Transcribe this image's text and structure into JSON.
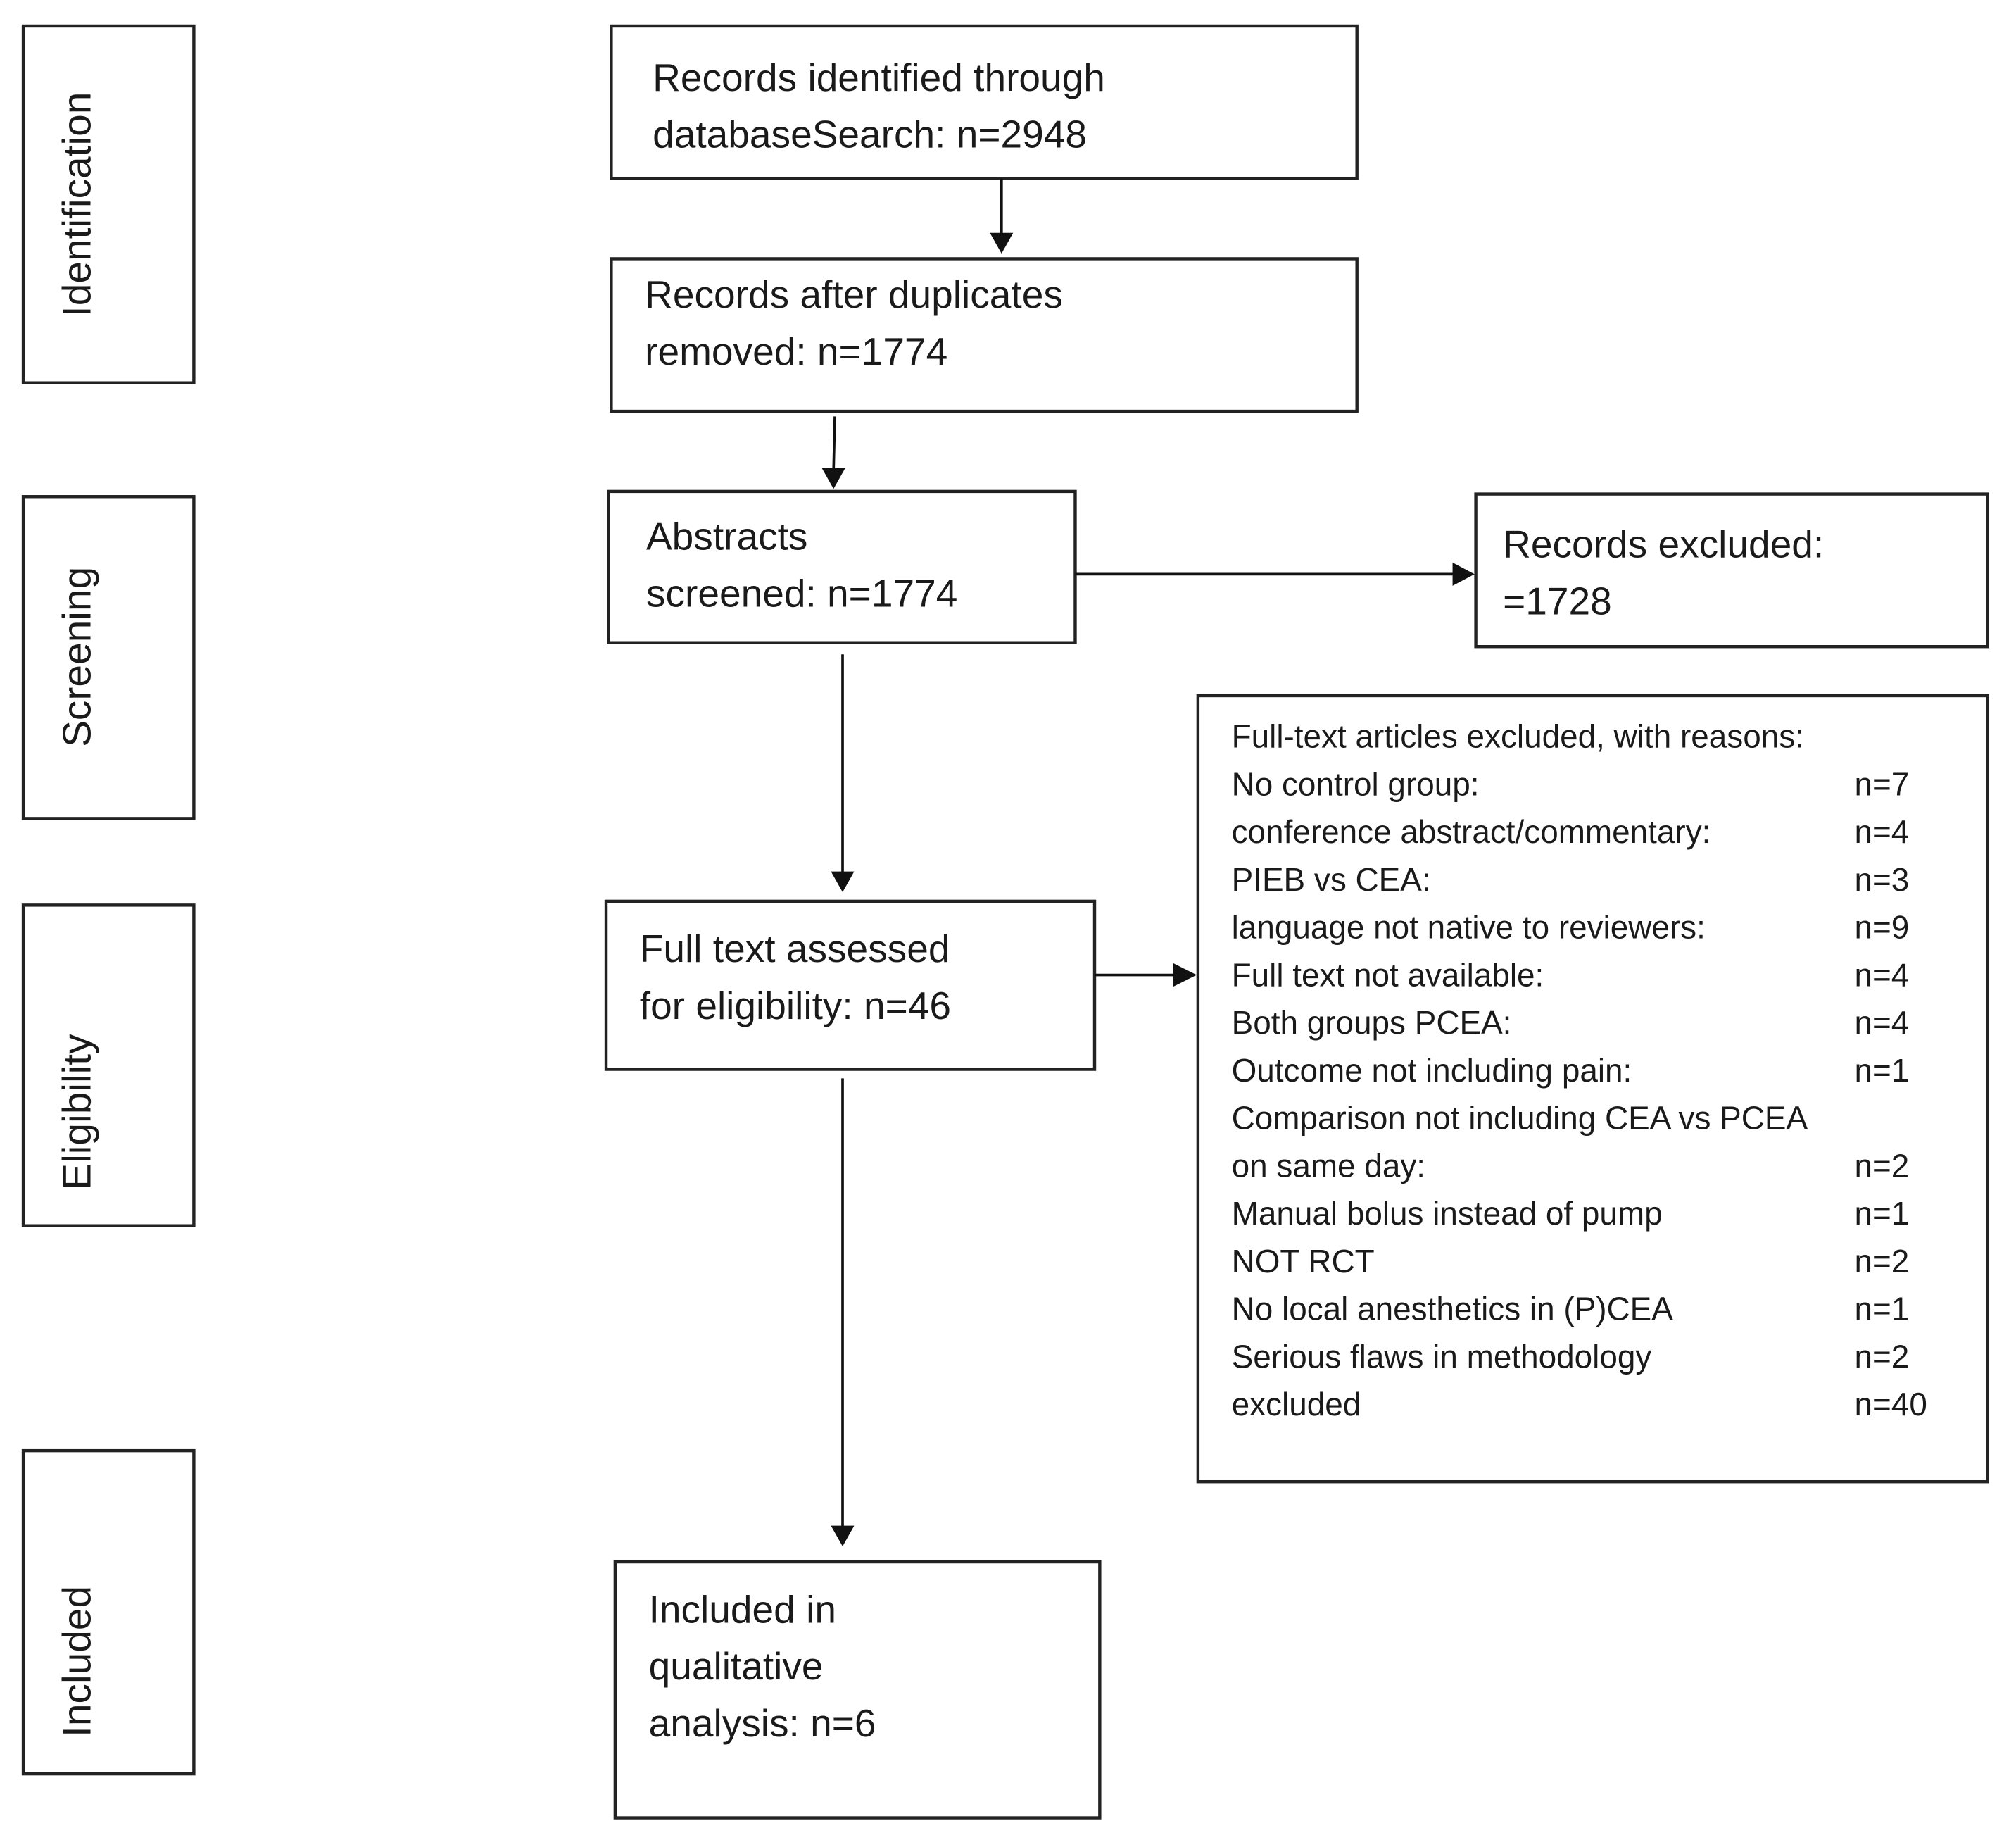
{
  "stages": {
    "identification": "Identification",
    "screening": "Screening",
    "eligibility": "Eligibility",
    "included": "Included"
  },
  "boxes": {
    "identified": [
      "Records identified through",
      "databaseSearch: n=2948"
    ],
    "after_duplicates": [
      "Records after duplicates",
      "removed: n=1774"
    ],
    "abstracts_screened": [
      "Abstracts",
      "screened: n=1774"
    ],
    "records_excluded": [
      "Records excluded:",
      "=1728"
    ],
    "full_text_assessed": [
      "Full text assessed",
      "for eligibility: n=46"
    ],
    "included": [
      "Included in",
      "qualitative",
      "analysis: n=6"
    ]
  },
  "exclusions": {
    "heading": "Full-text articles excluded, with reasons:",
    "rows": [
      {
        "reason": "No control group:",
        "n": "n=7"
      },
      {
        "reason": "conference abstract/commentary:",
        "n": "n=4"
      },
      {
        "reason": "PIEB vs CEA:",
        "n": "n=3"
      },
      {
        "reason": "language not native to reviewers:",
        "n": "n=9"
      },
      {
        "reason": "Full text not available:",
        "n": "n=4"
      },
      {
        "reason": "Both groups PCEA:",
        "n": "n=4"
      },
      {
        "reason": "Outcome not including pain:",
        "n": "n=1"
      },
      {
        "reason": "Comparison not including CEA vs PCEA",
        "n": ""
      },
      {
        "reason": "on same day:",
        "n": "n=2"
      },
      {
        "reason": "Manual bolus instead of pump",
        "n": "n=1"
      },
      {
        "reason": "NOT RCT",
        "n": "n=2"
      },
      {
        "reason": "No local anesthetics in (P)CEA",
        "n": "n=1"
      },
      {
        "reason": "Serious flaws in methodology",
        "n": "n=2"
      },
      {
        "reason": "excluded",
        "n": "n=40"
      }
    ]
  }
}
